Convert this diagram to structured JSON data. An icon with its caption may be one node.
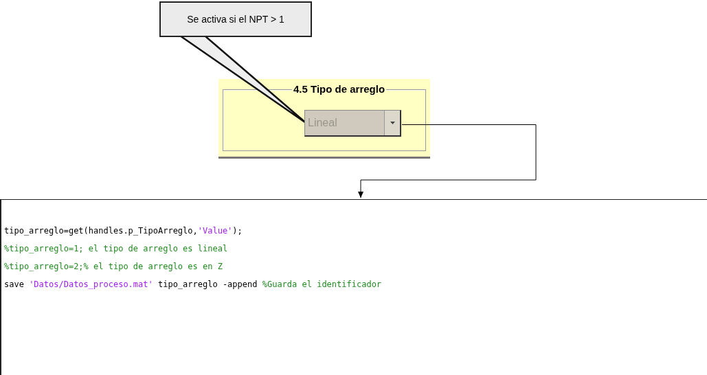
{
  "diagram": {
    "nodes": [
      {
        "text": [
          "Se activa si el NPT > 1"
        ]
      },
      {
        "text": [
          "4.5 Tipo de arreglo"
        ]
      },
      {
        "text": [
          "Lineal"
        ],
        "in": 1
      },
      {
        "text": [
          "tipo_arreglo=get(handles.p_TipoArreglo,'Value');",
          "%tipo_arreglo=1; el tipo de arreglo es lineal",
          "%tipo_arreglo=2;% el tipo de arreglo es en Z",
          "save 'Datos/Datos_proceso.mat' tipo_arreglo -append %Guarda el identificador"
        ]
      }
    ],
    "edges": [
      {
        "from": 0,
        "to": 2,
        "arrow": "none"
      },
      {
        "from": 2,
        "to": 3,
        "arrow": "to"
      }
    ]
  }
}
